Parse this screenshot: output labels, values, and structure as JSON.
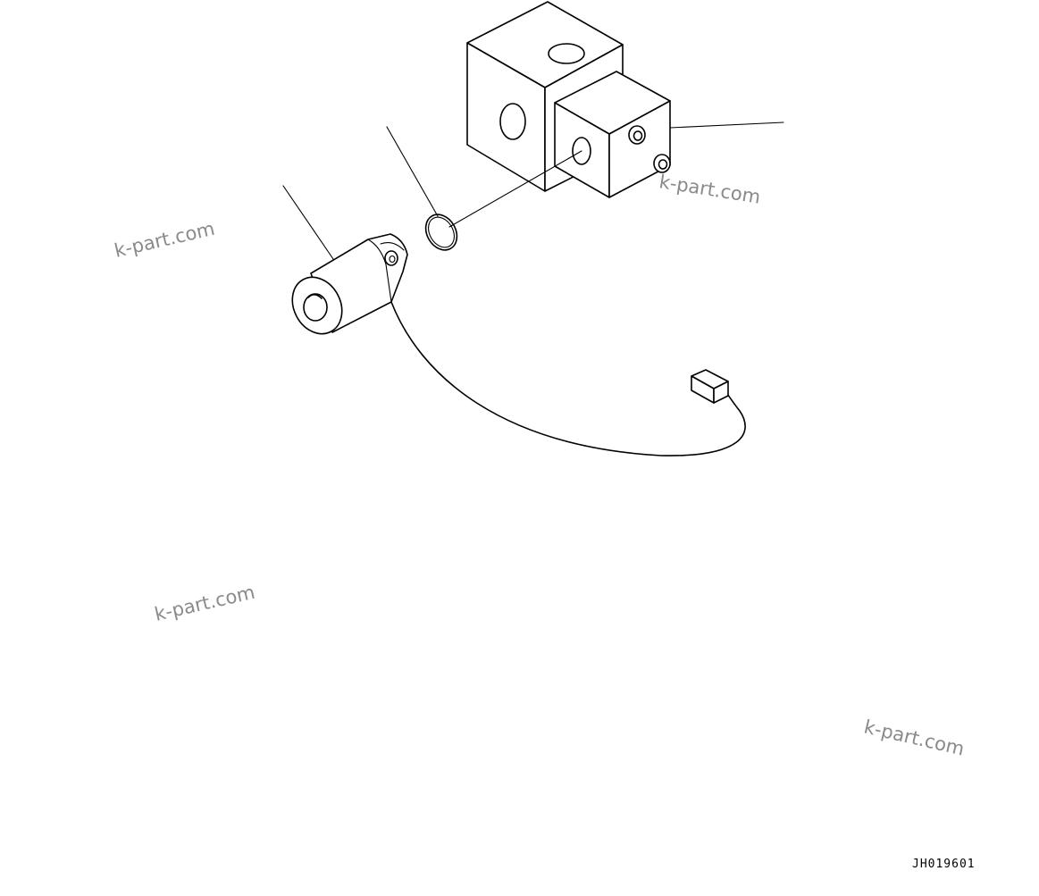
{
  "watermarks": [
    "k-part.com",
    "k-part.com",
    "k-part.com",
    "k-part.com"
  ],
  "drawing_code": "JH019601",
  "colors": {
    "line": "#000000",
    "background": "#ffffff",
    "watermark": "#8a8a8a"
  }
}
